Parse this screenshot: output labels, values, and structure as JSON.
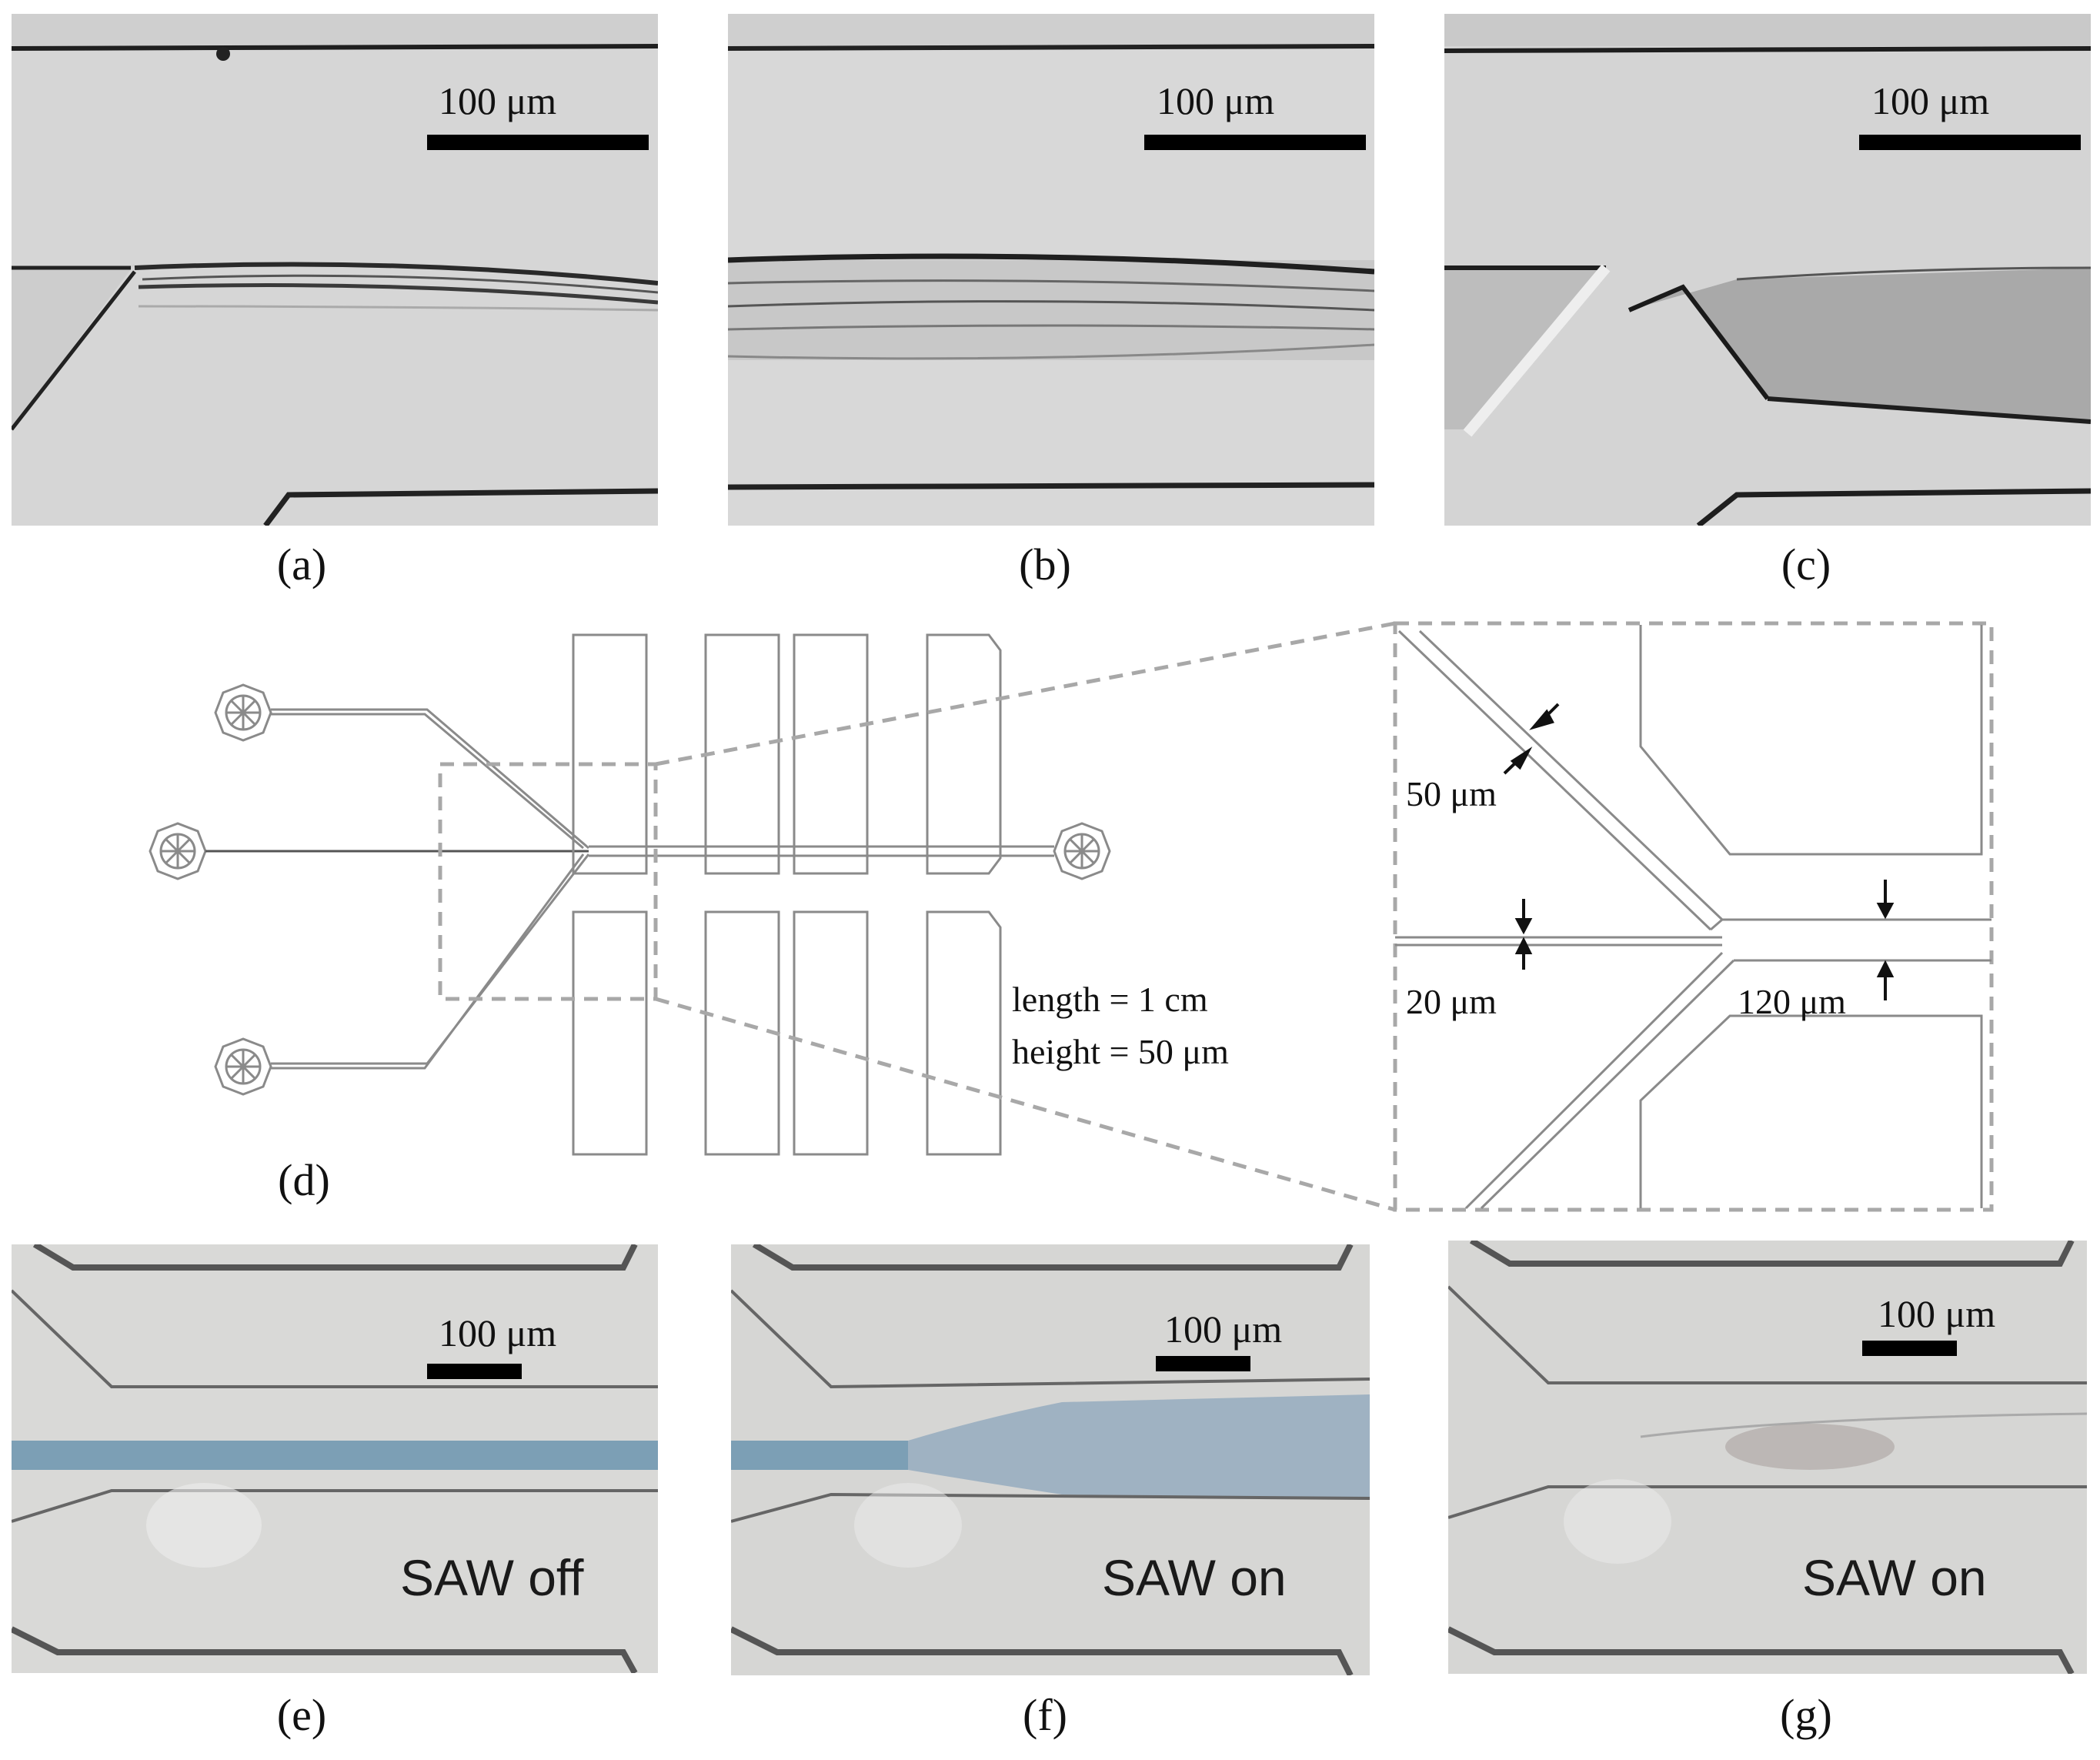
{
  "panels": {
    "a": {
      "caption": "(a)",
      "scale": "100 μm"
    },
    "b": {
      "caption": "(b)",
      "scale": "100 μm"
    },
    "c": {
      "caption": "(c)",
      "scale": "100 μm"
    },
    "d": {
      "caption": "(d)"
    },
    "e": {
      "caption": "(e)",
      "scale": "100 μm",
      "status": "SAW off"
    },
    "f": {
      "caption": "(f)",
      "scale": "100 μm",
      "status": "SAW on"
    },
    "g": {
      "caption": "(g)",
      "scale": "100 μm",
      "status": "SAW on"
    }
  },
  "diagram": {
    "length": "length = 1 cm",
    "height": "height = 50 μm",
    "dim_inlet": "50 μm",
    "dim_center": "20 μm",
    "dim_main": "120 μm"
  },
  "colors": {
    "micrograph_bg": "#d4d4d4",
    "channel_edge": "#1e1e1e",
    "dye_blue": "#7c9fb5",
    "diagram_line": "#8a8a8a",
    "dash": "#a8a8a8"
  }
}
